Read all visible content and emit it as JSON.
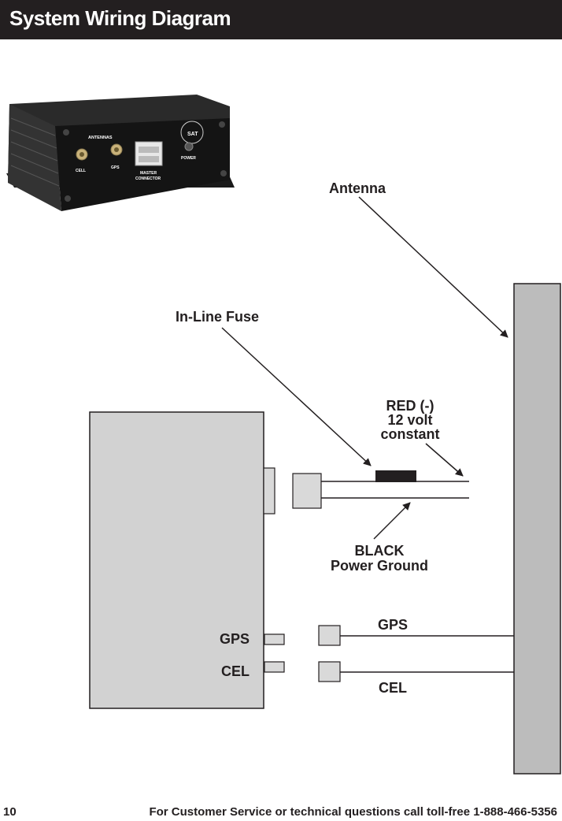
{
  "header": {
    "title": "System Wiring Diagram"
  },
  "device_photo": {
    "panel_labels": {
      "antennas": "ANTENNAS",
      "cell": "CELL",
      "gps": "GPS",
      "master_connector_line1": "MASTER",
      "master_connector_line2": "CONNECTOR",
      "power": "POWER",
      "brand": "SAT"
    }
  },
  "diagram": {
    "antenna_label": "Antenna",
    "fuse_label": "In-Line Fuse",
    "red_wire_label": [
      "RED (-)",
      "12 volt",
      "constant"
    ],
    "black_wire_label": [
      "BLACK",
      "Power Ground"
    ],
    "unit_gps_port": "GPS",
    "unit_cel_port": "CEL",
    "cable_gps": "GPS",
    "cable_cel": "CEL"
  },
  "footer": {
    "page_number": "10",
    "text": "For Customer Service or technical questions call toll-free 1-888-466-5356"
  },
  "colors": {
    "header_bg": "#231f20",
    "unit_fill": "#d2d2d2",
    "vehicle_fill": "#bcbcbc",
    "connector_fill": "#d9d9d9",
    "fuse": "#231f20"
  }
}
